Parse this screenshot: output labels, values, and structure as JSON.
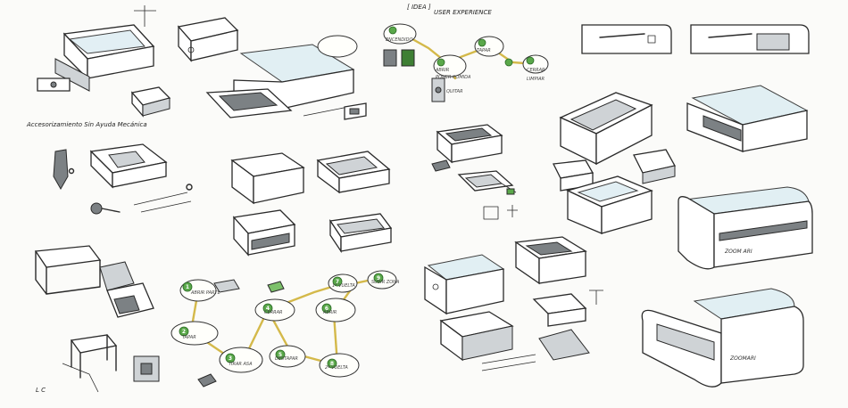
{
  "header": {
    "title": "USER EXPERIENCE",
    "sub": "[ IDEA ]"
  },
  "sketches": {
    "accessories": "Accesorizamiento Sin Ayuda Mecánica",
    "brand": "ZOOM ARI",
    "brand2": "ZOOMARI"
  },
  "journey_top": {
    "labels": [
      "ENCENDIDO",
      "ABRIR",
      "PONER COMIDA",
      "TAPAR",
      "CERRAR",
      "QUITAR",
      "LIMPIAR"
    ]
  },
  "journey_bottom": {
    "labels": [
      "ABRIR PARTE",
      "TAPAR",
      "TIRAR ASA",
      "CERRAR",
      "DESTAPAR",
      "ABRIR",
      "1ª VUELTA",
      "2ª VUELTA",
      "SUBIR ZONA"
    ],
    "nodes": [
      "1",
      "2",
      "3",
      "4",
      "5",
      "6",
      "7",
      "8",
      "9"
    ]
  },
  "colors": {
    "node_green": "#5aa84a",
    "link_yellow": "#d4b94a",
    "glass": "#dfeef3"
  }
}
